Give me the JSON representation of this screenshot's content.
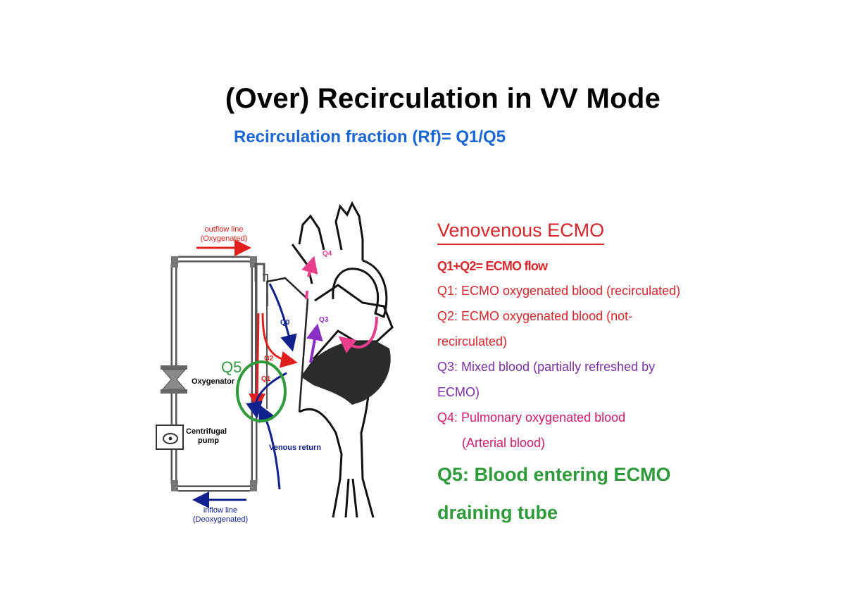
{
  "title": "(Over) Recirculation in VV Mode",
  "subtitle": "Recirculation fraction (Rf)= Q1/Q5",
  "diagram": {
    "outflow_line": "outflow line",
    "outflow_state": "(Oxygenated)",
    "inflow_line": "inflow line",
    "inflow_state": "(Deoxygenated)",
    "oxygenator": "Oxygenator",
    "pump_line1": "Centrifugal",
    "pump_line2": "pump",
    "venous_return": "Venous return",
    "q0": "Q0",
    "q1": "Q1",
    "q2": "Q2",
    "q3": "Q3",
    "q4": "Q4",
    "q5": "Q5"
  },
  "legend": {
    "heading": "Venovenous ECMO",
    "formula": "Q1+Q2= ECMO flow",
    "q1": "Q1: ECMO oxygenated blood (recirculated)",
    "q2_a": "Q2: ECMO oxygenated blood (not-",
    "q2_b": "recirculated)",
    "q3_a": "Q3: Mixed blood (partially refreshed by",
    "q3_b": "ECMO)",
    "q4_a": "Q4: Pulmonary oxygenated blood",
    "q4_b": "(Arterial blood)",
    "q5_a": "Q5: Blood entering ECMO",
    "q5_b": "draining tube"
  },
  "colors": {
    "red": "#e0201e",
    "navy": "#10208c",
    "purple": "#8a2fc4",
    "pink": "#e83e8c",
    "green": "#2f9a3a",
    "blue_subtitle": "#1a66d6"
  }
}
